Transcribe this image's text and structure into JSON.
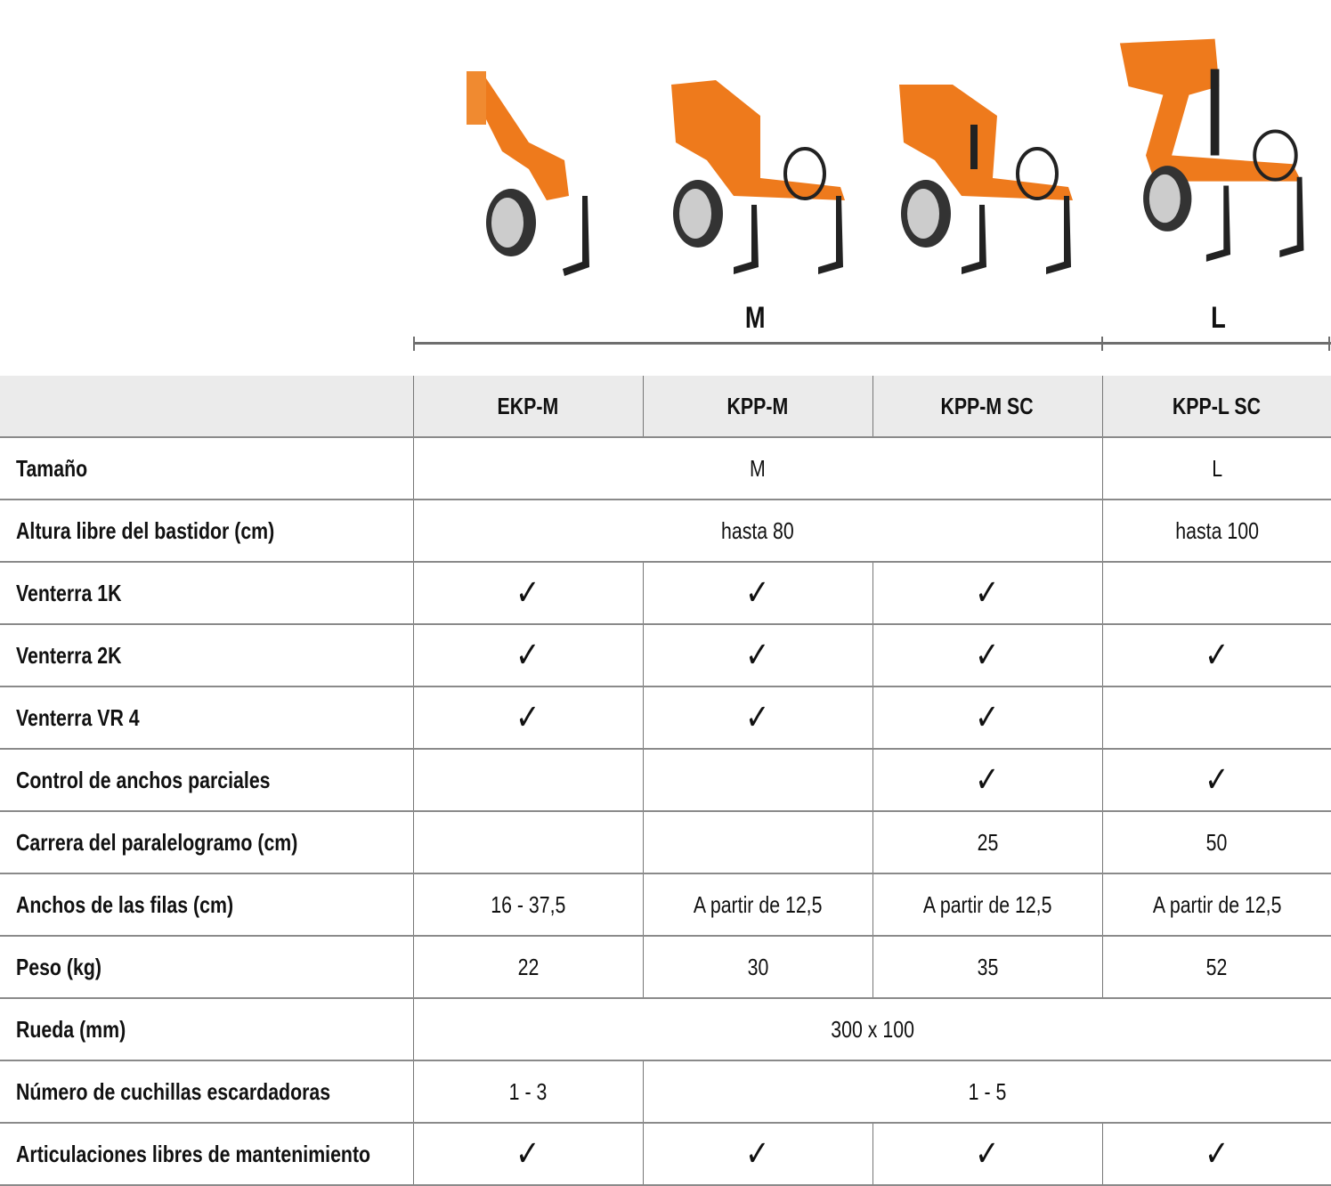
{
  "sizes": [
    {
      "label": "M"
    },
    {
      "label": "L"
    }
  ],
  "colors": {
    "machine": "#ee7a1c",
    "header_bg": "#ebebeb",
    "line": "#6e6e6e"
  },
  "columns": [
    "",
    "EKP-M",
    "KPP-M",
    "KPP-M SC",
    "KPP-L SC"
  ],
  "rows": [
    {
      "label": "Tamaño",
      "cells": [
        {
          "text": "M",
          "span": 3
        },
        {
          "text": "L",
          "span": 1
        }
      ]
    },
    {
      "label": "Altura libre del bastidor (cm)",
      "cells": [
        {
          "text": "hasta 80",
          "span": 3
        },
        {
          "text": "hasta 100",
          "span": 1
        }
      ]
    },
    {
      "label": "Venterra 1K",
      "cells": [
        {
          "text": "✓"
        },
        {
          "text": "✓"
        },
        {
          "text": "✓"
        },
        {
          "text": ""
        }
      ]
    },
    {
      "label": "Venterra 2K",
      "cells": [
        {
          "text": "✓"
        },
        {
          "text": "✓"
        },
        {
          "text": "✓"
        },
        {
          "text": "✓"
        }
      ]
    },
    {
      "label": "Venterra VR 4",
      "cells": [
        {
          "text": "✓"
        },
        {
          "text": "✓"
        },
        {
          "text": "✓"
        },
        {
          "text": ""
        }
      ]
    },
    {
      "label": "Control de anchos parciales",
      "cells": [
        {
          "text": ""
        },
        {
          "text": ""
        },
        {
          "text": "✓"
        },
        {
          "text": "✓"
        }
      ]
    },
    {
      "label": "Carrera del paralelogramo (cm)",
      "cells": [
        {
          "text": ""
        },
        {
          "text": ""
        },
        {
          "text": "25"
        },
        {
          "text": "50"
        }
      ]
    },
    {
      "label": "Anchos de las filas (cm)",
      "cells": [
        {
          "text": "16 - 37,5"
        },
        {
          "text": "A partir de 12,5"
        },
        {
          "text": "A partir de 12,5"
        },
        {
          "text": "A partir de 12,5"
        }
      ]
    },
    {
      "label": "Peso (kg)",
      "cells": [
        {
          "text": "22"
        },
        {
          "text": "30"
        },
        {
          "text": "35"
        },
        {
          "text": "52"
        }
      ]
    },
    {
      "label": "Rueda (mm)",
      "cells": [
        {
          "text": "300 x 100",
          "span": 4
        }
      ]
    },
    {
      "label": "Número de cuchillas escardadoras",
      "cells": [
        {
          "text": "1 - 3"
        },
        {
          "text": "1 - 5",
          "span": 3
        }
      ]
    },
    {
      "label": "Articulaciones libres de mantenimiento",
      "cells": [
        {
          "text": "✓"
        },
        {
          "text": "✓"
        },
        {
          "text": "✓"
        },
        {
          "text": "✓"
        }
      ]
    }
  ]
}
